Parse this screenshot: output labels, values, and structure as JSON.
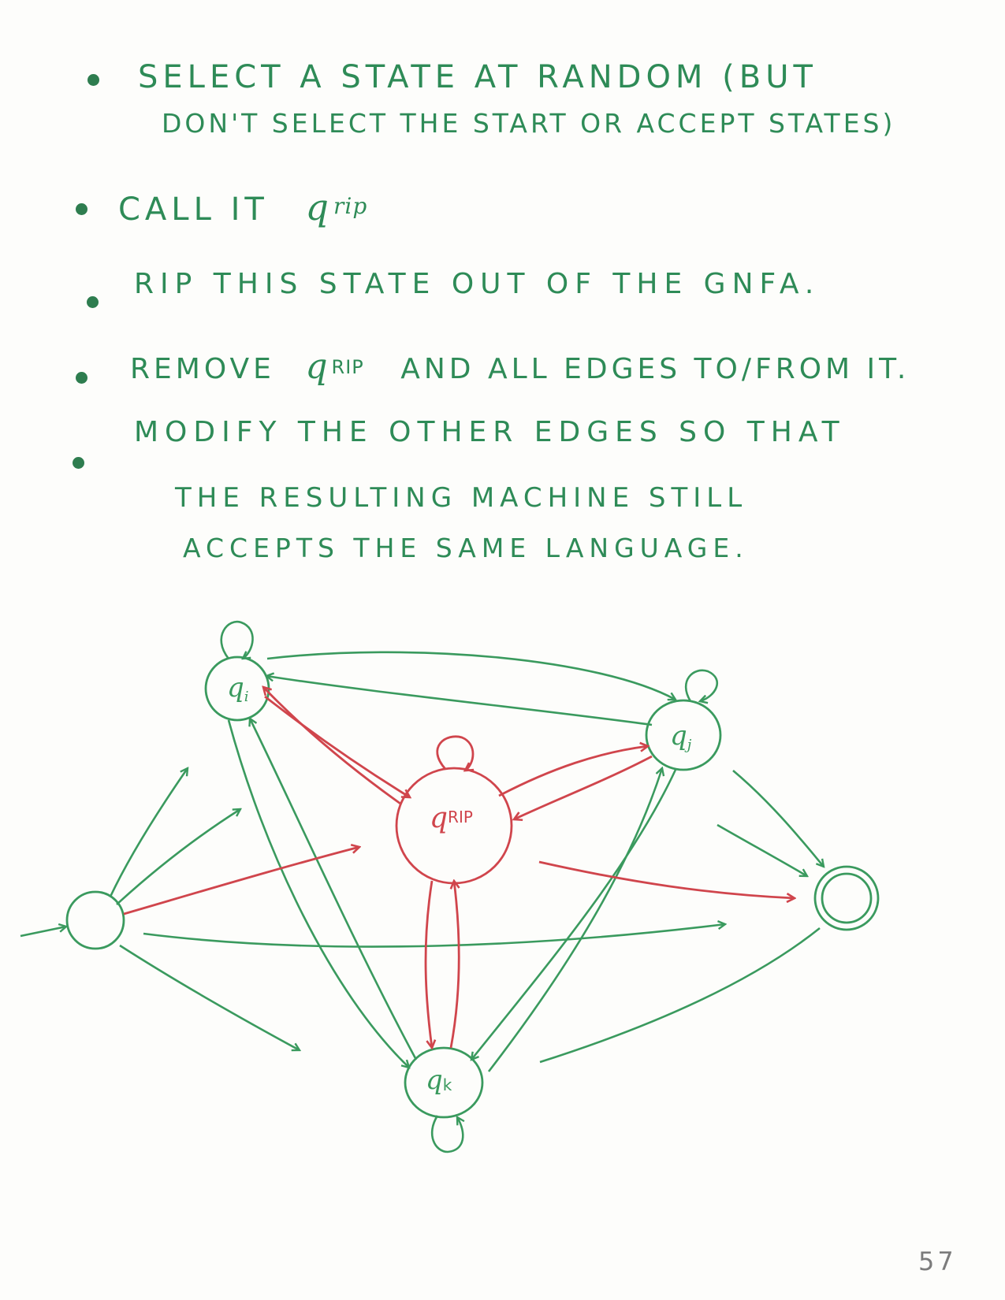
{
  "notes": {
    "bullet1_line1": "Select a state at random (But",
    "bullet1_line2": "Don't select the start or Accept states)",
    "bullet2_prefix": "Call it",
    "bullet2_var": "q",
    "bullet2_sub": "rip",
    "bullet3": "Rip this state out of the GNFA.",
    "bullet4_prefix": "Remove",
    "bullet4_var": "q",
    "bullet4_sub": "RIP",
    "bullet4_suffix": "and all edges to/from it.",
    "bullet5_line1": "Modify the other edges so that",
    "bullet5_line2": "the resulting machine still",
    "bullet5_line3": "accepts the same language."
  },
  "diagram": {
    "states": {
      "qi": {
        "var": "q",
        "sub": "i"
      },
      "qj": {
        "var": "q",
        "sub": "j"
      },
      "qk": {
        "var": "q",
        "sub": "k"
      },
      "qrip": {
        "var": "q",
        "sub": "RIP"
      }
    },
    "colors": {
      "green": "#3a9a5e",
      "red": "#d0454c"
    }
  },
  "page_number": "57"
}
